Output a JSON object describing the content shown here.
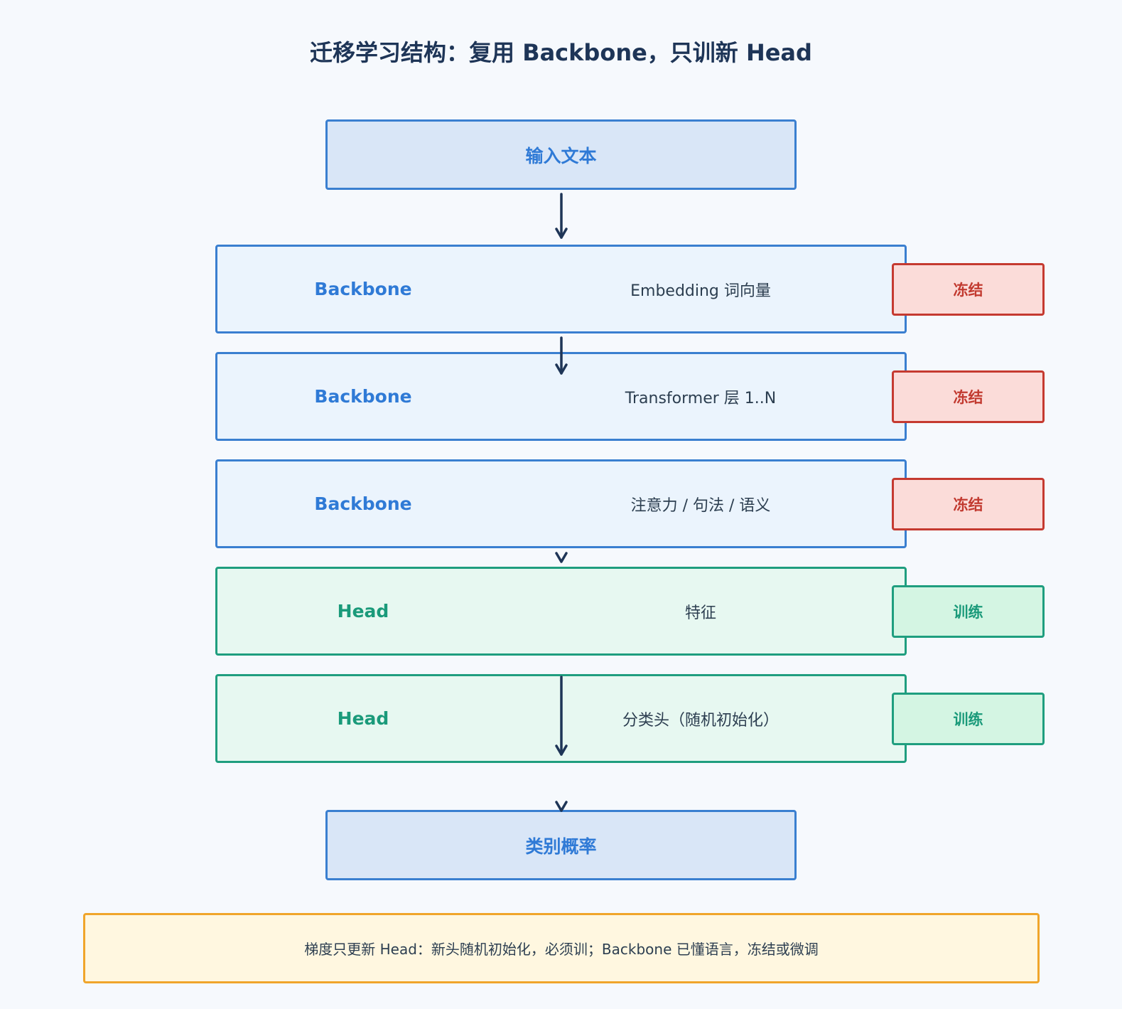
{
  "title": "迁移学习结构：复用 Backbone，只训新 Head",
  "input_label": "输入文本",
  "output_label": "类别概率",
  "layers": [
    {
      "kind": "Backbone",
      "desc": "Embedding 词向量",
      "status": "冻结",
      "group": "backbone"
    },
    {
      "kind": "Backbone",
      "desc": "Transformer 层 1..N",
      "status": "冻结",
      "group": "backbone"
    },
    {
      "kind": "Backbone",
      "desc": "注意力 / 句法 / 语义",
      "status": "冻结",
      "group": "backbone"
    },
    {
      "kind": "Head",
      "desc": "特征",
      "status": "训练",
      "group": "head"
    },
    {
      "kind": "Head",
      "desc": "分类头（随机初始化）",
      "status": "训练",
      "group": "head"
    }
  ],
  "note": "梯度只更新 Head：新头随机初始化，必须训；Backbone 已懂语言，冻结或微调",
  "colors": {
    "backbone": "#3a7fd0",
    "head": "#1f9e7f",
    "frozen": "#c53a30",
    "train": "#1f9e7f",
    "arrow": "#1e3557",
    "note_border": "#f0a52b"
  }
}
